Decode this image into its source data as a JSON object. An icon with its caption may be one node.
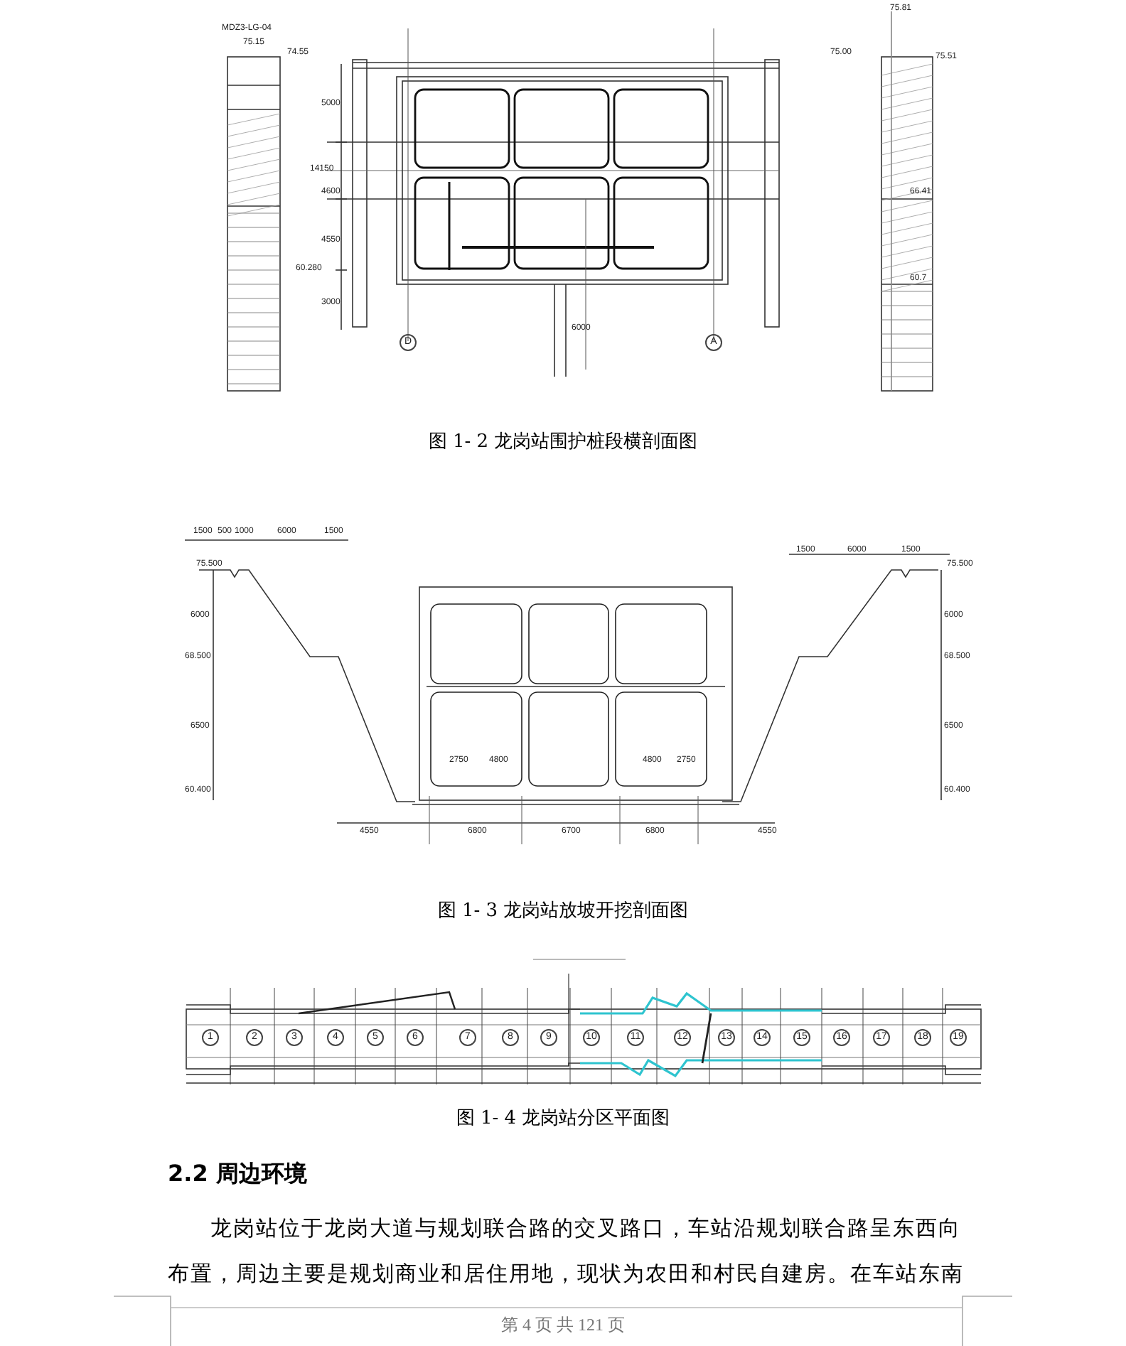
{
  "diagram": {
    "labels": [
      "MDZ3-LG-04",
      "75.15",
      "74.55",
      "75.00",
      "75.81",
      "75.51",
      "66.41",
      "60.7",
      "5000",
      "14150",
      "4600",
      "4550",
      "3000",
      "60.280",
      "6000",
      "D",
      "A",
      "图 1- 2  龙岗站围护桩段横剖面图",
      "1500",
      "500",
      "1000",
      "6000",
      "1500",
      "75.500",
      "6000",
      "68.500",
      "6500",
      "60.400",
      "2750",
      "4800",
      "4800",
      "2750",
      "4550",
      "6800",
      "6700",
      "6800",
      "4550",
      "1500",
      "6000",
      "1500",
      "75.500",
      "6000",
      "68.500",
      "6500",
      "60.400",
      "图 1- 3  龙岗站放坡开挖剖面图",
      "1",
      "2",
      "3",
      "4",
      "5",
      "6",
      "7",
      "8",
      "9",
      "10",
      "11",
      "12",
      "13",
      "14",
      "15",
      "16",
      "17",
      "18",
      "19",
      "图 1- 4  龙岗站分区平面图",
      "2.2  周边环境",
      "龙岗站位于龙岗大道与规划联合路的交叉路口，车站沿规划联合路呈东西向布置，周边主要是规划商业和居住用地，现状为农田和村民自建房。在车站东南",
      "第 4 页 共 121 页"
    ]
  }
}
